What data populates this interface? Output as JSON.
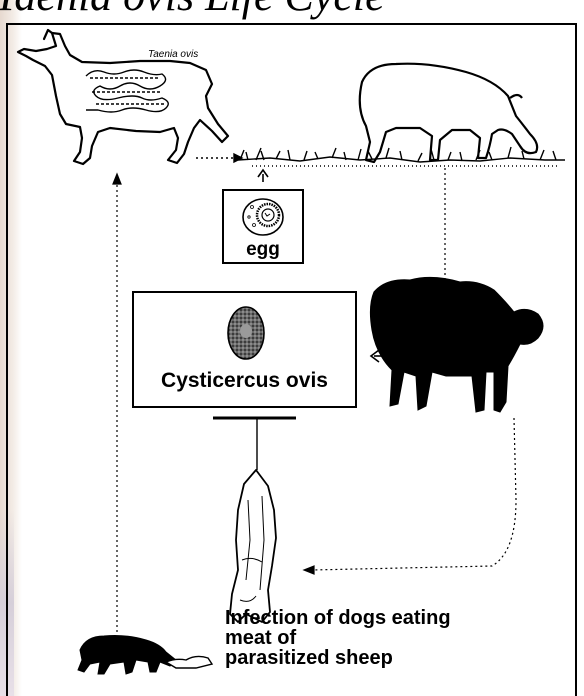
{
  "title": "Taenia ovis Life Cycle",
  "labels": {
    "adult_worm": "Taenia ovis",
    "egg": "egg",
    "larva": "Cysticercus ovis"
  },
  "caption": {
    "line1": "Infection of dogs eating",
    "line2": "meat of",
    "line3": "parasitized sheep"
  },
  "icons": [
    "dog-icon",
    "grazing-sheep-icon",
    "egg-icon",
    "cysticercus-icon",
    "infected-sheep-icon",
    "carcass-icon",
    "eating-dog-icon"
  ],
  "colors": {
    "ink": "#000000",
    "background": "#ffffff"
  }
}
